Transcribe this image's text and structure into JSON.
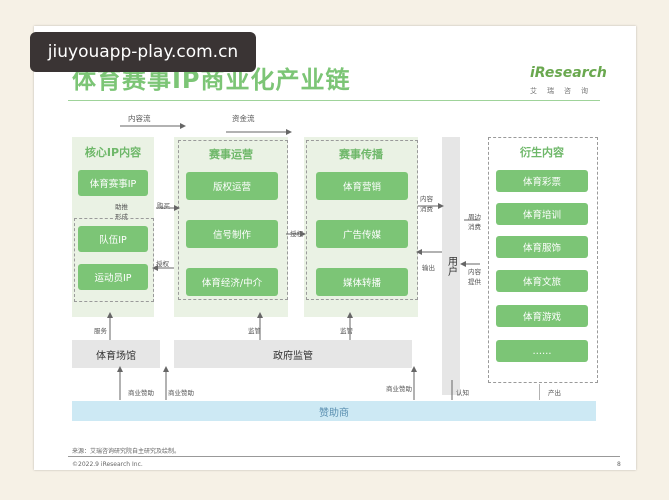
{
  "overlay": {
    "site_label": "jiuyouapp-play.com.cn"
  },
  "title": "体育赛事IP商业化产业链",
  "logo": {
    "name": "iResearch",
    "sub": "艾瑞咨询"
  },
  "flows": {
    "content_flow": "内容流",
    "money_flow": "资金流"
  },
  "core_ip": {
    "title": "核心IP内容",
    "event_ip": "体育赛事IP",
    "help_form": "助推形成",
    "team_ip": "队伍IP",
    "athlete_ip": "运动员IP"
  },
  "operation": {
    "title": "赛事运营",
    "items": [
      "版权运营",
      "信号制作",
      "体育经济/中介"
    ]
  },
  "broadcast": {
    "title": "赛事传播",
    "items": [
      "体育营销",
      "广告传媒",
      "媒体转播"
    ]
  },
  "derivative": {
    "title": "衍生内容",
    "items": [
      "体育彩票",
      "体育培训",
      "体育服饰",
      "体育文旅",
      "体育游戏",
      "……"
    ]
  },
  "user": {
    "label": "用户"
  },
  "labels": {
    "purchase": "购买",
    "authorize1": "授权",
    "authorize2": "授权",
    "output": "输出",
    "content_consume": "内容消费",
    "peripheral_consume": "周边消费",
    "content_provide": "内容提供",
    "supervise1": "监管",
    "supervise2": "监管",
    "service": "服务",
    "biz_sponsor1": "商业赞助",
    "biz_sponsor2": "商业赞助",
    "biz_sponsor3": "商业赞助",
    "recognize": "认知",
    "produce": "产出"
  },
  "venue": "体育场馆",
  "government": "政府监管",
  "sponsor": "赞助商",
  "footer": {
    "source": "来源：艾瑞咨询研究院自主研究及绘制。",
    "copyright": "©2022.9 iResearch Inc.",
    "page": "8"
  },
  "colors": {
    "accent": "#7cc576",
    "panel": "#eaf2e4",
    "sponsor": "#cde9f4"
  }
}
